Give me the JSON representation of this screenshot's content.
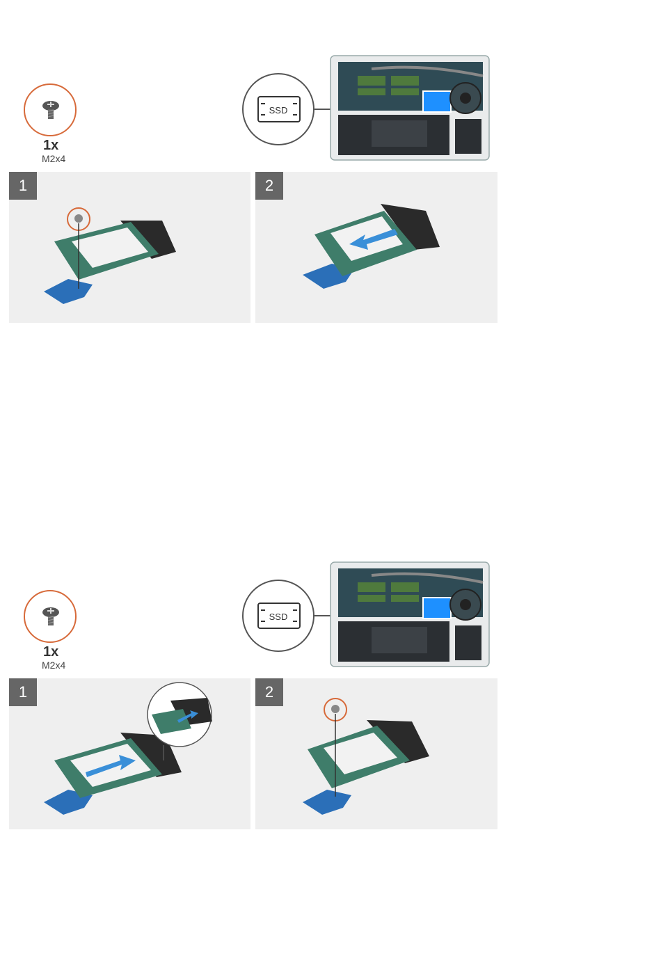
{
  "figures": [
    {
      "id": "removal",
      "screw": {
        "quantity": "1x",
        "size": "M2x4",
        "icon": "screw-icon"
      },
      "callout": {
        "label": "SSD",
        "icon": "ssd-icon"
      },
      "steps": [
        {
          "number": "1"
        },
        {
          "number": "2"
        }
      ]
    },
    {
      "id": "installation",
      "screw": {
        "quantity": "1x",
        "size": "M2x4",
        "icon": "screw-icon"
      },
      "callout": {
        "label": "SSD",
        "icon": "ssd-icon"
      },
      "steps": [
        {
          "number": "1"
        },
        {
          "number": "2"
        }
      ]
    }
  ],
  "colors": {
    "screw_ring": "#d76a3a",
    "step_badge": "#666666",
    "panel_bg": "#efefef",
    "thermal_pad": "#2b6fb8",
    "arrow": "#3a8fd8",
    "highlight": "#1e90ff"
  }
}
